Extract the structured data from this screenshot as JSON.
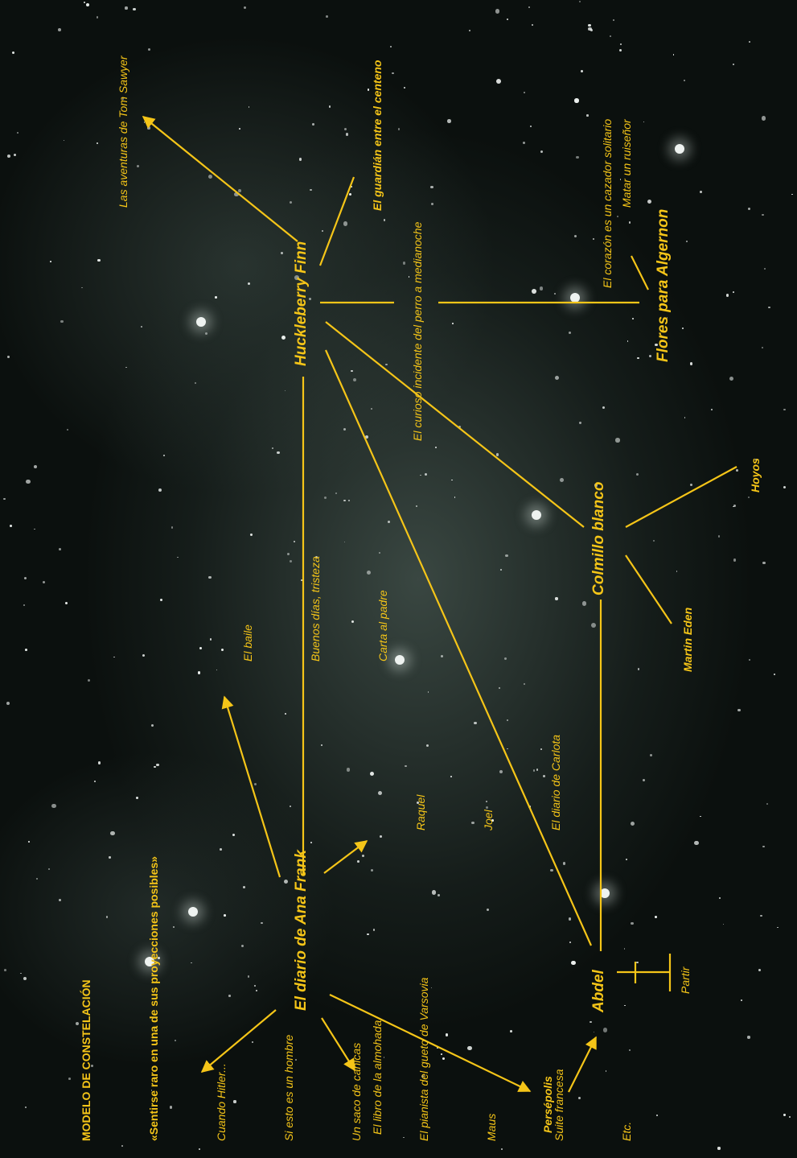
{
  "title": "MODELO DE CONSTELACIÓN",
  "subtitle": "«Sentirse raro en una de sus proyecciones posibles»",
  "intro_list": [
    "Cuando Hitler...",
    "Si esto es un hombre",
    "Un saco de canicas",
    "El pianista del gueto de Varsovia",
    "Maus",
    "Suite francesa",
    "Etc."
  ],
  "books": {
    "anafrank": "El diario de Ana Frank",
    "huck": "Huckleberry Finn",
    "abdel": "Abdel",
    "colmillo": "Colmillo blanco",
    "algernon": "Flores para Algernon",
    "guardian": "El guardián entre el centeno",
    "persepolis": "Persépolis",
    "martin": "Martin Eden",
    "hoyos": "Hoyos"
  },
  "minor": {
    "almohada": "El libro de la almohada",
    "tom": "Las aventuras de Tom Sawyer",
    "perro": "El curioso incidente del perro a medianoche",
    "corazon": "El corazón es un cazador solitario",
    "matar": "Matar un ruiseñor",
    "partir": "Partir",
    "baile_group": [
      "El baile",
      "Buenos días, tristeza",
      "Carta al padre"
    ],
    "raquel_group": [
      "Raquel",
      "Joel",
      "El diario de Carlota"
    ]
  },
  "colors": {
    "accent": "#f5c518",
    "sky": "#0b100e"
  }
}
